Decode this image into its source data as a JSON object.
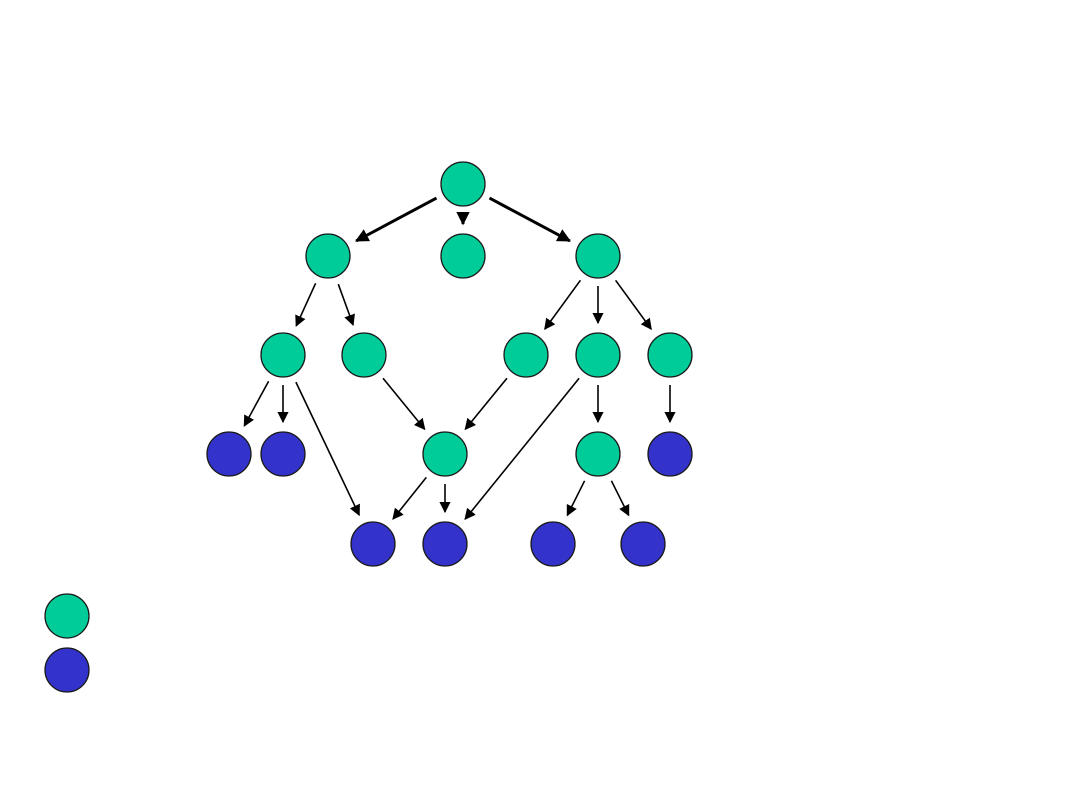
{
  "colors": {
    "internal_node": "#00cc99",
    "leaf_node": "#3333cc",
    "edge": "#000000",
    "background": "#ffffff"
  },
  "diagram": {
    "type": "directed-acyclic-graph",
    "nodes": [
      {
        "id": "n0",
        "kind": "internal"
      },
      {
        "id": "n1",
        "kind": "internal"
      },
      {
        "id": "n2",
        "kind": "internal"
      },
      {
        "id": "n3",
        "kind": "internal"
      },
      {
        "id": "n4",
        "kind": "internal"
      },
      {
        "id": "n5",
        "kind": "internal"
      },
      {
        "id": "n6",
        "kind": "internal"
      },
      {
        "id": "n7",
        "kind": "internal"
      },
      {
        "id": "n8",
        "kind": "internal"
      },
      {
        "id": "n9",
        "kind": "leaf"
      },
      {
        "id": "n10",
        "kind": "leaf"
      },
      {
        "id": "n11",
        "kind": "internal"
      },
      {
        "id": "n12",
        "kind": "internal"
      },
      {
        "id": "n13",
        "kind": "leaf"
      },
      {
        "id": "n14",
        "kind": "leaf"
      },
      {
        "id": "n15",
        "kind": "leaf"
      },
      {
        "id": "n16",
        "kind": "leaf"
      },
      {
        "id": "n17",
        "kind": "leaf"
      }
    ],
    "edges": [
      {
        "from": "n0",
        "to": "n1",
        "bold": true
      },
      {
        "from": "n0",
        "to": "n2",
        "bold": true
      },
      {
        "from": "n0",
        "to": "n3",
        "bold": true
      },
      {
        "from": "n1",
        "to": "n4"
      },
      {
        "from": "n1",
        "to": "n5"
      },
      {
        "from": "n3",
        "to": "n6"
      },
      {
        "from": "n3",
        "to": "n7"
      },
      {
        "from": "n3",
        "to": "n8"
      },
      {
        "from": "n4",
        "to": "n9"
      },
      {
        "from": "n4",
        "to": "n10"
      },
      {
        "from": "n4",
        "to": "n14"
      },
      {
        "from": "n5",
        "to": "n11"
      },
      {
        "from": "n6",
        "to": "n11"
      },
      {
        "from": "n7",
        "to": "n15"
      },
      {
        "from": "n7",
        "to": "n12"
      },
      {
        "from": "n8",
        "to": "n13"
      },
      {
        "from": "n11",
        "to": "n14"
      },
      {
        "from": "n11",
        "to": "n15"
      },
      {
        "from": "n12",
        "to": "n16"
      },
      {
        "from": "n12",
        "to": "n17"
      }
    ]
  },
  "legend": [
    {
      "kind": "internal"
    },
    {
      "kind": "leaf"
    }
  ]
}
